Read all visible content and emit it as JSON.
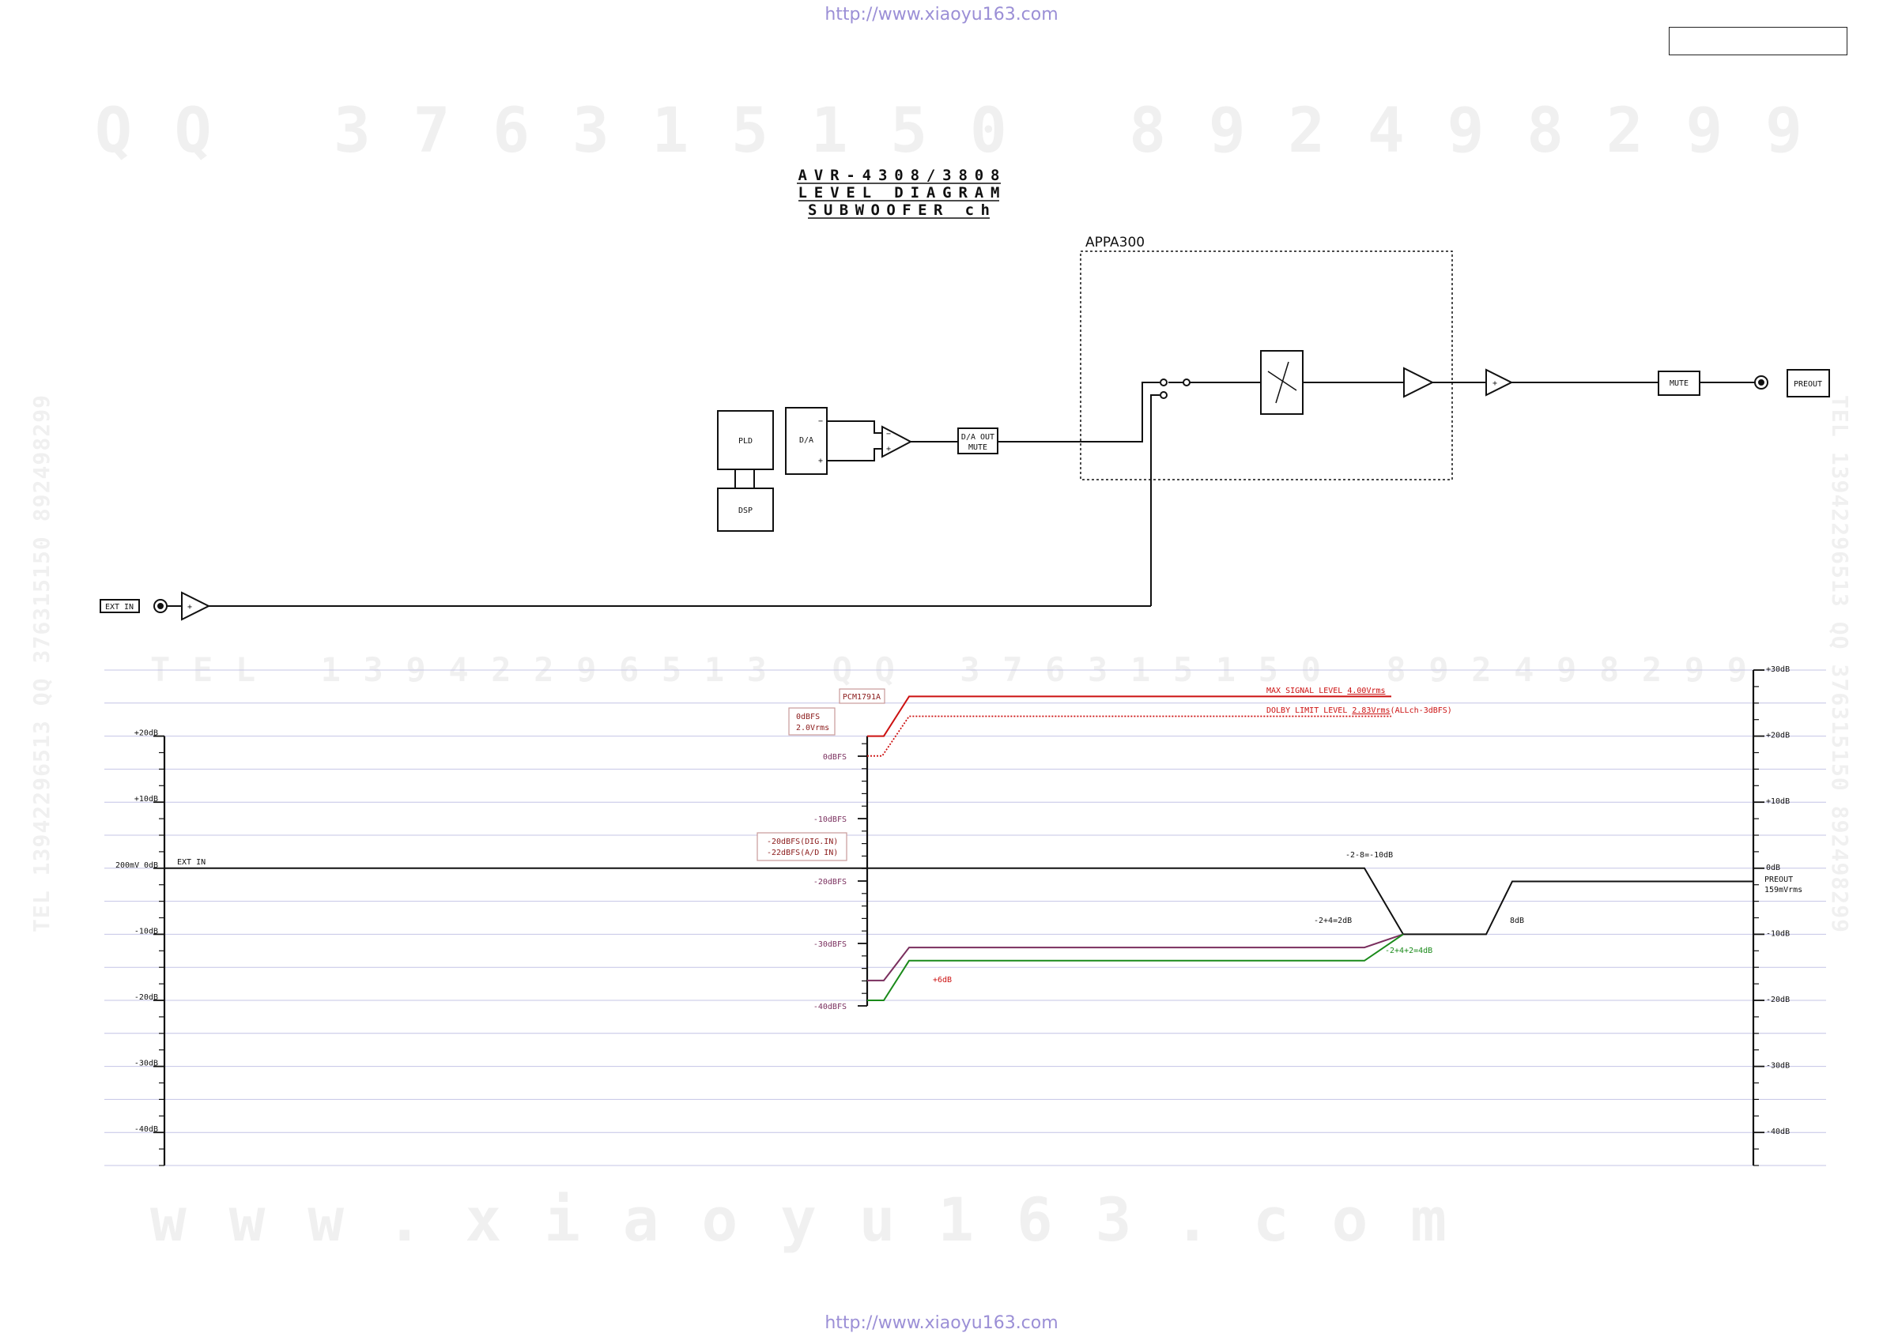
{
  "header": {
    "url_top": "http://www.xiaoyu163.com",
    "url_bottom": "http://www.xiaoyu163.com"
  },
  "watermarks": {
    "qq_row": "QQ 376315150 892498299",
    "tel_row": "TEL 13942296513 QQ 376315150 892498299",
    "www_row": "www.xiaoyu163.com",
    "left_vertical": "TEL 13942296513 QQ 376315150 892498299",
    "right_vertical": "TEL 13942296513 QQ 376315150 892498299"
  },
  "title": {
    "line1": "AVR-4308/3808",
    "line2": "LEVEL DIAGRAM",
    "line3": "SUBWOOFER ch"
  },
  "blocks": {
    "appa_label": "APPA300",
    "pld": "PLD",
    "dsp": "DSP",
    "da": "D/A",
    "da_minus": "−",
    "da_plus": "+",
    "da_out_mute_1": "D/A OUT",
    "da_out_mute_2": "MUTE",
    "mute": "MUTE",
    "preout": "PREOUT",
    "ext_in": "EXT IN",
    "amp_plus": "+"
  },
  "level_chart": {
    "right_scale": [
      "+30dB",
      "+20dB",
      "+10dB",
      "0dB",
      "-10dB",
      "-20dB",
      "-30dB",
      "-40dB"
    ],
    "left_scale": [
      "+20dB",
      "+10dB",
      "0dB",
      "-10dB",
      "-20dB",
      "-30dB",
      "-40dB"
    ],
    "left_ref": "200mV",
    "dbfs_scale": [
      "0dBFS",
      "-10dBFS",
      "-20dBFS",
      "-30dBFS",
      "-40dBFS"
    ],
    "labels": {
      "pcm": "PCM1791A",
      "zero_dbfs_1": "0dBFS",
      "zero_dbfs_2": "2.0Vrms",
      "dig_in_1": "-20dBFS(DIG.IN)",
      "dig_in_2": "-22dBFS(A/D IN)",
      "max_prefix": "MAX SIGNAL LEVEL ",
      "max_value": "4.00Vrms",
      "dolby_prefix": "DOLBY LIMIT LEVEL ",
      "dolby_value": "2.83Vrms",
      "dolby_suffix": "(ALLch-3dBFS)",
      "ext_in": "EXT IN",
      "gain_a": "-2-8=-10dB",
      "gain_b": "-2+4=2dB",
      "gain_c": "-2+4+2=4dB",
      "plus6": "+6dB",
      "plus8": "8dB",
      "preout": "PREOUT",
      "preout_v": "159mVrms"
    }
  },
  "colors": {
    "line": "#111111",
    "max": "#cc1111",
    "dolby": "#cc1111",
    "dig": "#7a2f5e",
    "ad": "#1a8a1a",
    "grid": "#c4c4e6",
    "box_border": "#c99a9a",
    "label_dark_red": "#8a1a1a",
    "watermark": "#f0f0f0"
  }
}
